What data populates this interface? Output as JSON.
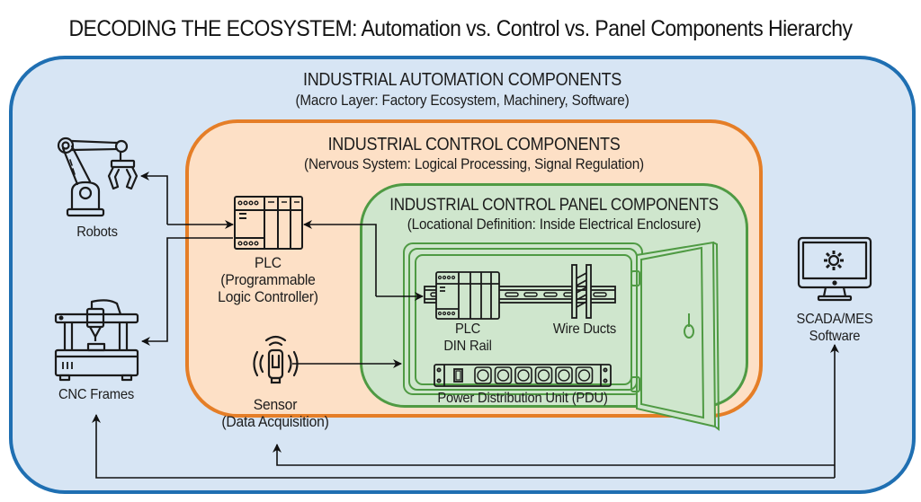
{
  "title": "DECODING THE ECOSYSTEM: Automation vs. Control vs. Panel Components Hierarchy",
  "colors": {
    "automation_fill": "#d7e5f4",
    "automation_border": "#1f6fb2",
    "control_fill": "#fde0c6",
    "control_border": "#e57e27",
    "panel_fill": "#cfe6cd",
    "panel_border": "#4f9a43",
    "connector": "#111111"
  },
  "zones": {
    "automation": {
      "title": "INDUSTRIAL AUTOMATION COMPONENTS",
      "subtitle": "(Macro Layer: Factory Ecosystem, Machinery, Software)"
    },
    "control": {
      "title": "INDUSTRIAL CONTROL COMPONENTS",
      "subtitle": "(Nervous System: Logical Processing, Signal Regulation)"
    },
    "panel": {
      "title": "INDUSTRIAL CONTROL PANEL COMPONENTS",
      "subtitle": "(Locational Definition: Inside Electrical Enclosure)"
    }
  },
  "nodes": {
    "robots": {
      "label": "Robots",
      "icon": "robot-arm-icon"
    },
    "cnc": {
      "label": "CNC Frames",
      "icon": "cnc-machine-icon"
    },
    "plc": {
      "line1": "PLC",
      "line2": "(Programmable",
      "line3": "Logic Controller)",
      "icon": "plc-module-icon"
    },
    "sensor": {
      "line1": "Sensor",
      "line2": "(Data Acquisition)",
      "icon": "wireless-sensor-icon"
    },
    "plc_din": {
      "line1": "PLC",
      "line2": "DIN Rail",
      "icon": "din-rail-plc-icon"
    },
    "wire_ducts": {
      "label": "Wire Ducts",
      "icon": "wire-duct-icon"
    },
    "pdu": {
      "label": "Power Distribution Unit (PDU)",
      "icon": "power-strip-icon",
      "outlets": 6
    },
    "scada": {
      "line1": "SCADA/MES",
      "line2": "Software",
      "icon": "monitor-gear-icon"
    }
  }
}
